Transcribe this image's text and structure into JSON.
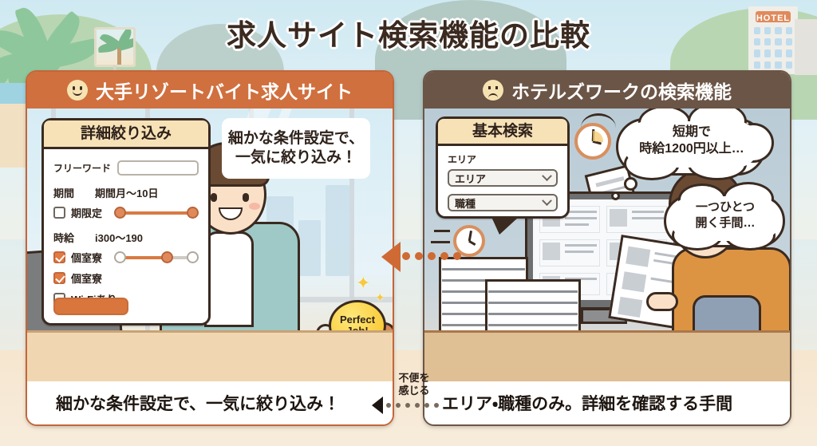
{
  "title": "求人サイト検索機能の比較",
  "left_panel": {
    "header": {
      "icon": "smiley-face-icon",
      "label": "大手リゾートバイト求人サイト"
    },
    "card": {
      "heading": "詳細絞り込み",
      "freeword_label": "フリーワード",
      "freeword_value": "",
      "period_label": "期間",
      "period_value": "期間月〜10日",
      "period_check_label": "期限定",
      "wage_label": "時給",
      "wage_value": "i300〜190",
      "check1_label": "個室寮",
      "check2_label": "個室寮",
      "check3_label": "Wi-Fiあり",
      "submit_label": ""
    },
    "bubble": "細かな条件設定で、\n一気に絞り込み！",
    "bubble_line1": "細かな条件設定で、",
    "bubble_line2": "一気に絞り込み！",
    "badge_line1": "Perfect",
    "badge_line2": "Job!",
    "footer": "細かな条件設定で、一気に絞り込み！"
  },
  "right_panel": {
    "header": {
      "icon": "sad-face-icon",
      "label": "ホテルズワークの検索機能"
    },
    "card": {
      "heading": "基本検索",
      "area_label": "エリア",
      "select_area": "エリア",
      "select_job": "職種"
    },
    "thought1_line1": "短期で",
    "thought1_line2": "時給1200円以上…",
    "thought2_line1": "一つひとつ",
    "thought2_line2": "開く手間…",
    "footer": "エリア・職種のみ。詳細を確認する手間"
  },
  "middle": {
    "note_line1": "不便を",
    "note_line2": "感じる"
  },
  "scenery": {
    "hotel_sign": "HOTEL"
  },
  "colors": {
    "left_accent": "#d0703f",
    "right_accent": "#6b5547",
    "orange": "#e07b43",
    "ink": "#3a2a20",
    "card_head": "#f7e2b8"
  }
}
